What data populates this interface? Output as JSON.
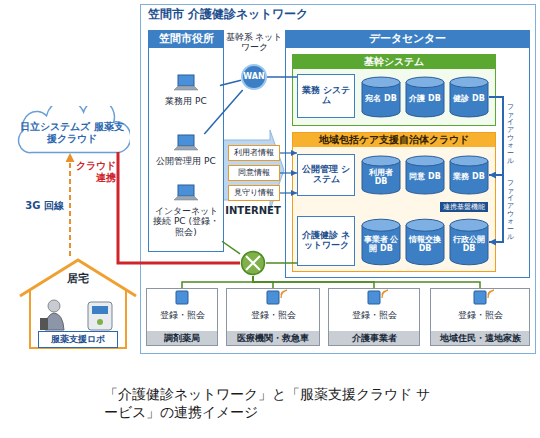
{
  "diagram": {
    "caption": "「介護健診ネットワーク」と「服薬支援クラウド サービス」の連携イメージ",
    "nodes": [
      {
        "text": [
          "笠間市 介護健診ネットワーク"
        ]
      },
      {
        "text": [
          "笠間市役所"
        ],
        "in": 0
      },
      {
        "text": [
          "業務用 PC"
        ],
        "in": 1
      },
      {
        "text": [
          "公開管理用 PC"
        ],
        "in": 1
      },
      {
        "text": [
          "インターネット 接続 PC (登録・照会)"
        ],
        "in": 1
      },
      {
        "text": [
          "基幹系 ネットワーク",
          "WAN"
        ],
        "in": 0
      },
      {
        "text": [
          "利用者情報"
        ],
        "in": 0
      },
      {
        "text": [
          "同意情報"
        ],
        "in": 0
      },
      {
        "text": [
          "見守り情報"
        ],
        "in": 0
      },
      {
        "text": [
          "データセンター"
        ],
        "in": 0
      },
      {
        "text": [
          "基幹システム"
        ],
        "in": 9
      },
      {
        "text": [
          "業務 システム"
        ],
        "in": 10
      },
      {
        "text": [
          "宛名 DB"
        ],
        "in": 10
      },
      {
        "text": [
          "介護 DB"
        ],
        "in": 10
      },
      {
        "text": [
          "健診 DB"
        ],
        "in": 10
      },
      {
        "text": [
          "地域包括ケア支援自治体クラウド"
        ],
        "in": 9
      },
      {
        "text": [
          "公開管理 システム"
        ],
        "in": 15
      },
      {
        "text": [
          "利用者 DB"
        ],
        "in": 15
      },
      {
        "text": [
          "同意 DB"
        ],
        "in": 15
      },
      {
        "text": [
          "業務 DB"
        ],
        "in": 15
      },
      {
        "text": [
          "介護健診 ネットワーク"
        ],
        "in": 15
      },
      {
        "text": [
          "事業者 公開 DB"
        ],
        "in": 15
      },
      {
        "text": [
          "情報交換 DB"
        ],
        "in": 15
      },
      {
        "text": [
          "行政公開 DB"
        ],
        "in": 15
      },
      {
        "text": [
          "INTERNET"
        ],
        "in": 0
      },
      {
        "text": [
          "日立システムズ 服薬支援クラウド"
        ]
      },
      {
        "text": [
          "居宅"
        ]
      },
      {
        "text": [
          "服薬支援ロボ"
        ],
        "in": 26
      },
      {
        "text": [
          "登録・照会",
          "調剤薬局"
        ],
        "in": 0
      },
      {
        "text": [
          "登録・照会",
          "医療機関・救急車"
        ],
        "in": 0
      },
      {
        "text": [
          "登録・照会",
          "介護事業者"
        ],
        "in": 0
      },
      {
        "text": [
          "登録・照会",
          "地域住民・遠地家族"
        ],
        "in": 0
      }
    ],
    "edges": [
      {
        "from": 5,
        "to": 2,
        "arrow": "none"
      },
      {
        "from": 5,
        "to": 3,
        "arrow": "none"
      },
      {
        "from": 5,
        "to": 11,
        "arrow": "none"
      },
      {
        "from": 6,
        "to": 16,
        "arrow": "to"
      },
      {
        "from": 7,
        "to": 16,
        "arrow": "to"
      },
      {
        "from": 8,
        "to": 16,
        "arrow": "to"
      },
      {
        "from": 4,
        "to": 24,
        "arrow": "none"
      },
      {
        "from": 24,
        "to": 20,
        "arrow": "none"
      },
      {
        "from": 24,
        "to": 28,
        "arrow": "none"
      },
      {
        "from": 24,
        "to": 29,
        "arrow": "none"
      },
      {
        "from": 24,
        "to": 30,
        "arrow": "none"
      },
      {
        "from": 24,
        "to": 31,
        "arrow": "none"
      },
      {
        "from": 24,
        "to": 25,
        "label": "クラウド 連携",
        "arrow": "none"
      },
      {
        "from": 26,
        "to": 25,
        "label": "3G 回線",
        "arrow": "to"
      },
      {
        "from": 14,
        "to": 19,
        "arrow": "to"
      },
      {
        "from": 19,
        "to": 23,
        "arrow": "to"
      }
    ],
    "labels": [
      "ファイアウォール",
      "ファイアウォール",
      "連携基盤機能"
    ]
  }
}
